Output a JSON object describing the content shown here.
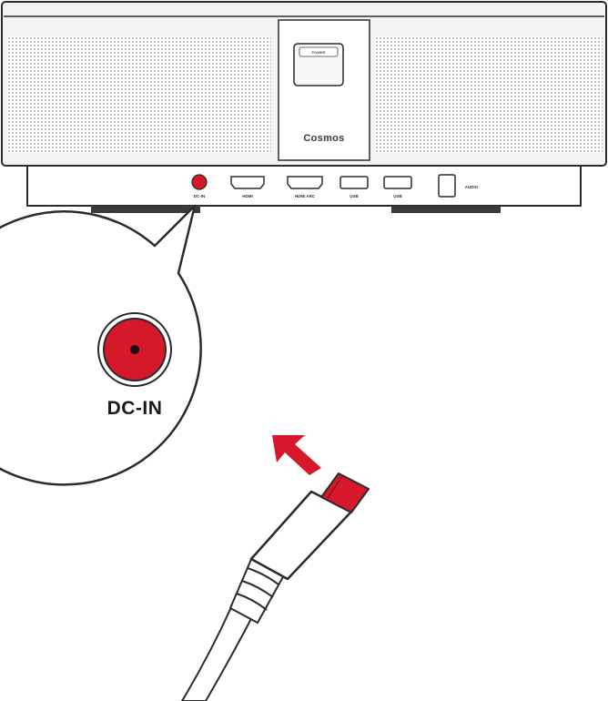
{
  "projector": {
    "brand": "Cosmos",
    "power_button_label": "POWER",
    "ports": [
      {
        "id": "dc-in",
        "label": "DC-IN"
      },
      {
        "id": "hdmi-1",
        "label": "HDMI"
      },
      {
        "id": "hdmi-2",
        "label": "HDMI ARC"
      },
      {
        "id": "usb-1",
        "label": "USB"
      },
      {
        "id": "usb-2",
        "label": "USB"
      },
      {
        "id": "audio",
        "label": "AUDIO"
      }
    ]
  },
  "callout": {
    "label": "DC-IN"
  },
  "colors": {
    "accent_red": "#d5182a",
    "outline": "#2b2b2b",
    "grille": "#9a9a9a"
  },
  "icons": {
    "arrow": "insert-direction-arrow-icon",
    "plug": "dc-power-plug-icon"
  }
}
